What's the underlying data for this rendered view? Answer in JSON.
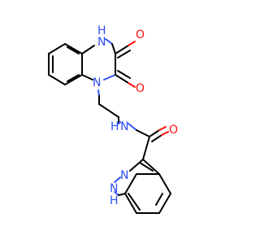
{
  "colors": {
    "carbon_bond": "#000000",
    "nitrogen": "#3050f8",
    "oxygen": "#ff0d0d",
    "background": "#ffffff"
  },
  "atoms": {
    "nh_quinoxaline": "H",
    "nh_quinoxaline_n": "N",
    "o_upper": "O",
    "o_lower": "O",
    "n_quinoxaline": "N",
    "nh_amide": "N",
    "nh_amide_h": "H",
    "o_amide": "O",
    "n_indazole": "N",
    "n_indazole_nh": "N",
    "h_indazole": "H"
  }
}
